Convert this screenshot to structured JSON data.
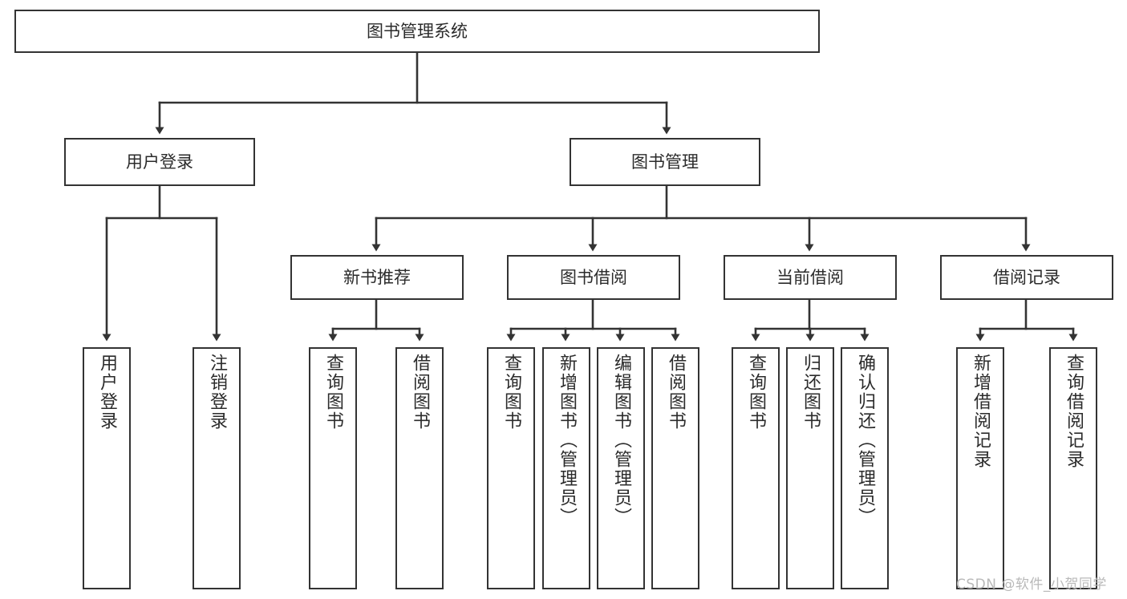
{
  "diagram": {
    "title": "图书管理系统",
    "type": "tree-hierarchy-diagram",
    "stroke_color": "#333333",
    "fill_color": "#ffffff",
    "text_color": "#2b2b2b",
    "root": {
      "id": "root",
      "label": "图书管理系统"
    },
    "level2": [
      {
        "id": "user-login",
        "label": "用户登录"
      },
      {
        "id": "book-manage",
        "label": "图书管理"
      }
    ],
    "level3": [
      {
        "id": "new-book-recommend",
        "label": "新书推荐",
        "parent": "book-manage"
      },
      {
        "id": "book-borrow",
        "label": "图书借阅",
        "parent": "book-manage"
      },
      {
        "id": "current-borrow",
        "label": "当前借阅",
        "parent": "book-manage"
      },
      {
        "id": "borrow-record",
        "label": "借阅记录",
        "parent": "book-manage"
      }
    ],
    "leaves": {
      "user-login": [
        {
          "id": "leaf-user-login",
          "label": "用户登录"
        },
        {
          "id": "leaf-user-logout",
          "label": "注销登录"
        }
      ],
      "new-book-recommend": [
        {
          "id": "leaf-query-book-1",
          "label": "查询图书"
        },
        {
          "id": "leaf-borrow-book-1",
          "label": "借阅图书"
        }
      ],
      "book-borrow": [
        {
          "id": "leaf-query-book-2",
          "label": "查询图书"
        },
        {
          "id": "leaf-add-book",
          "label": "新增图书（管理员）"
        },
        {
          "id": "leaf-edit-book",
          "label": "编辑图书（管理员）"
        },
        {
          "id": "leaf-borrow-book-2",
          "label": "借阅图书"
        }
      ],
      "current-borrow": [
        {
          "id": "leaf-query-book-3",
          "label": "查询图书"
        },
        {
          "id": "leaf-return-book",
          "label": "归还图书"
        },
        {
          "id": "leaf-confirm-return",
          "label": "确认归还（管理员）"
        }
      ],
      "borrow-record": [
        {
          "id": "leaf-add-record",
          "label": "新增借阅记录"
        },
        {
          "id": "leaf-query-record",
          "label": "查询借阅记录"
        }
      ]
    }
  },
  "watermark": {
    "text": "CSDN @软件_小贺同学"
  }
}
